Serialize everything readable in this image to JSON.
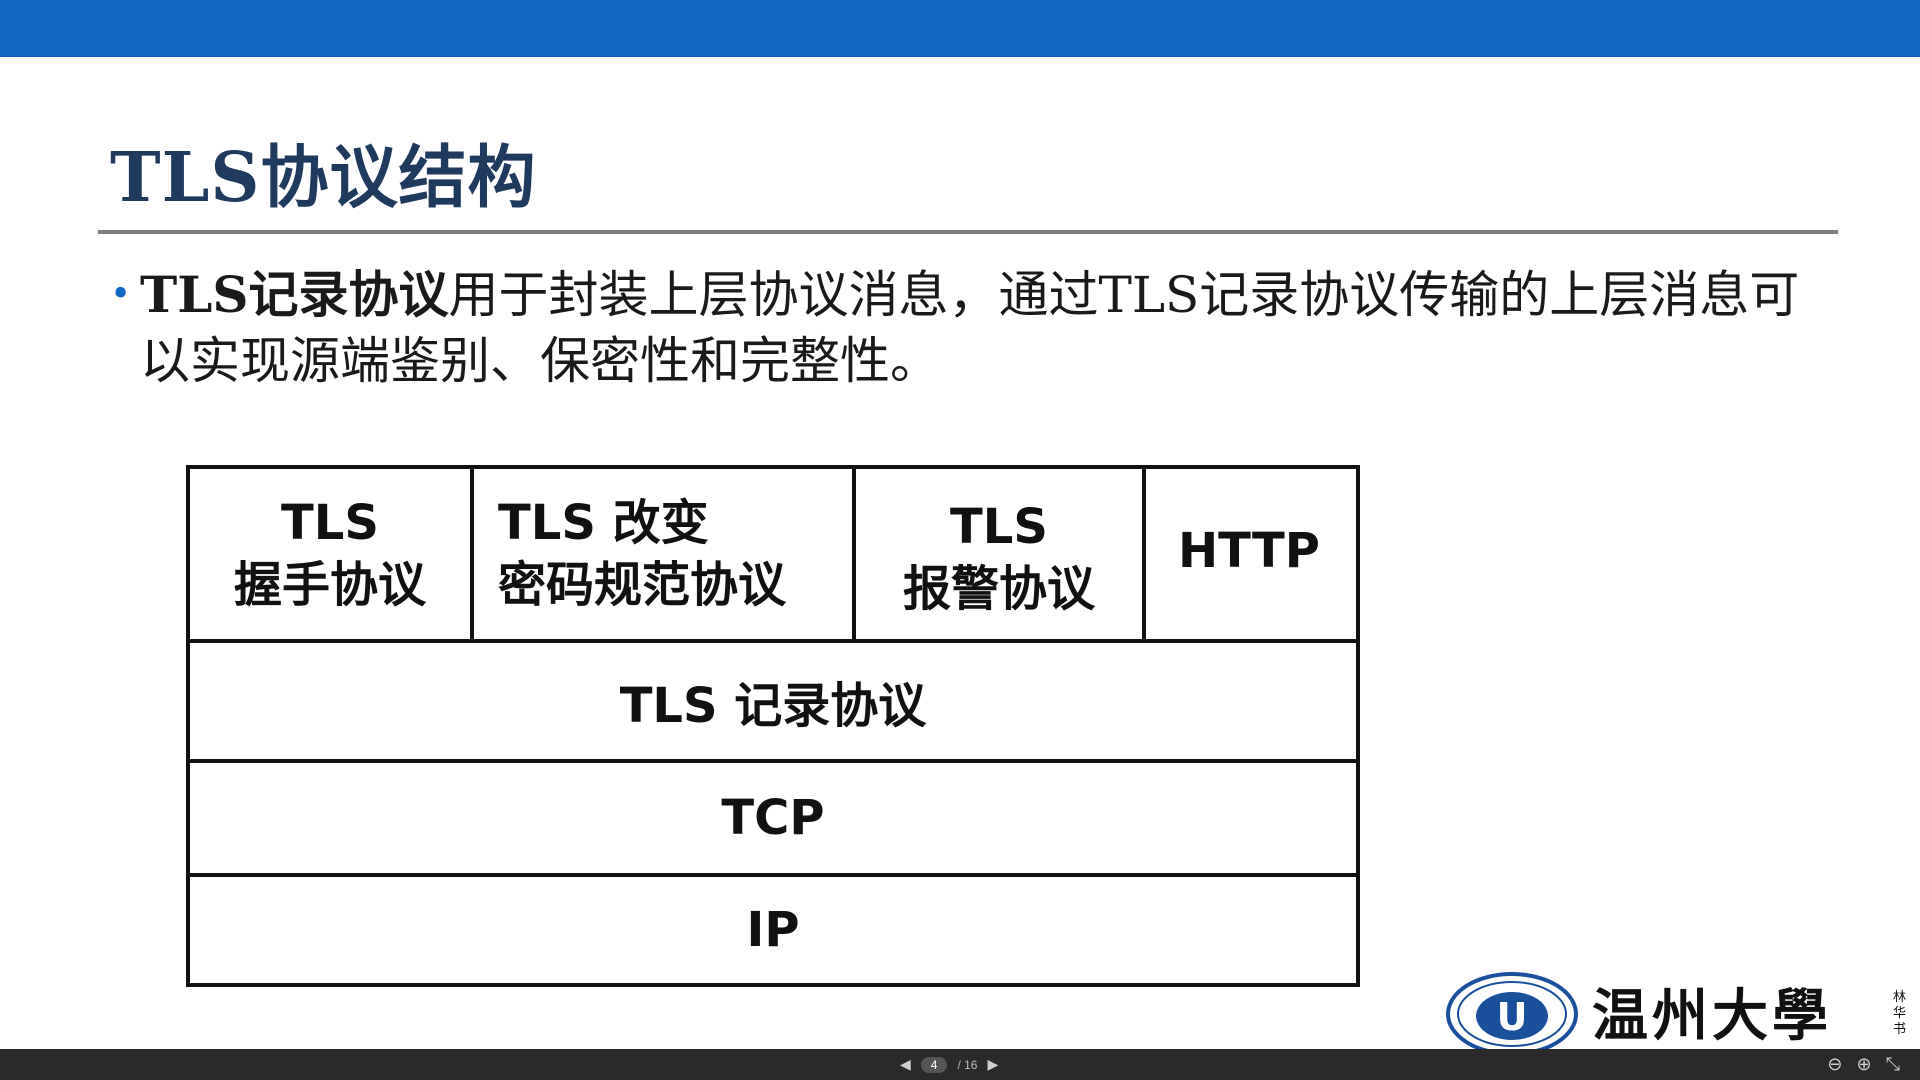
{
  "slide": {
    "title": "TLS协议结构",
    "bullet": {
      "bold": "TLS记录协议",
      "rest": "用于封装上层协议消息，通过TLS记录协议传输的上层消息可以实现源端鉴别、保密性和完整性。"
    }
  },
  "diagram": {
    "top_row": [
      {
        "line1": "TLS",
        "line2": "握手协议"
      },
      {
        "line1": "TLS 改变",
        "line2": "密码规范协议"
      },
      {
        "line1": "TLS",
        "line2": "报警协议"
      },
      {
        "line1": "HTTP"
      }
    ],
    "record": "TLS 记录协议",
    "tcp": "TCP",
    "ip": "IP"
  },
  "logo": {
    "name": "温州大學",
    "badge": "U",
    "side_text": "林华书"
  },
  "viewer": {
    "current_page": "4",
    "total_pages": "/ 16",
    "prev_icon": "triangle-left",
    "next_icon": "triangle-right",
    "zoom_out_icon": "zoom-out",
    "zoom_in_icon": "zoom-in",
    "fullscreen_icon": "exit-fullscreen"
  },
  "colors": {
    "top_bar": "#1068c4",
    "title": "#1f3a5c",
    "bullet": "#1068c4",
    "logo_blue": "#1a4f9c"
  }
}
